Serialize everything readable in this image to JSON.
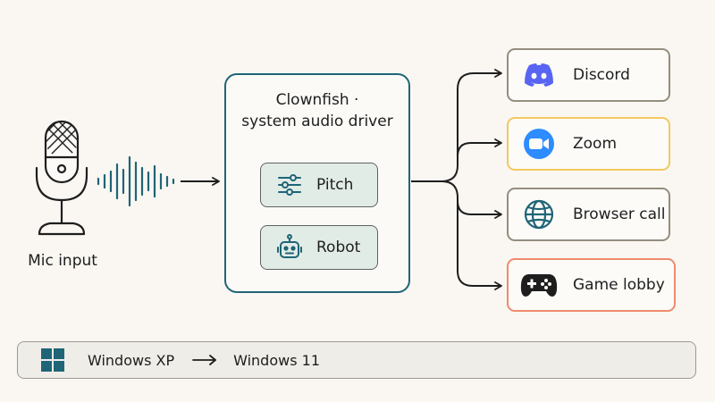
{
  "mic": {
    "label": "Mic input"
  },
  "driver": {
    "title_line1": "Clownfish ·",
    "title_line2": "system audio driver",
    "effects": [
      {
        "label": "Pitch",
        "icon": "sliders-icon"
      },
      {
        "label": "Robot",
        "icon": "robot-icon"
      }
    ]
  },
  "apps": [
    {
      "label": "Discord",
      "icon": "discord-icon",
      "color": "#5865f2"
    },
    {
      "label": "Zoom",
      "icon": "zoom-icon",
      "color": "#2d8cff"
    },
    {
      "label": "Browser call",
      "icon": "globe-icon",
      "color": "#1f6577"
    },
    {
      "label": "Game lobby",
      "icon": "gamepad-icon",
      "color": "#1e1e1e"
    }
  ],
  "os": {
    "icon": "windows-icon",
    "from": "Windows XP",
    "to": "Windows 11",
    "accent": "#1f6577"
  }
}
